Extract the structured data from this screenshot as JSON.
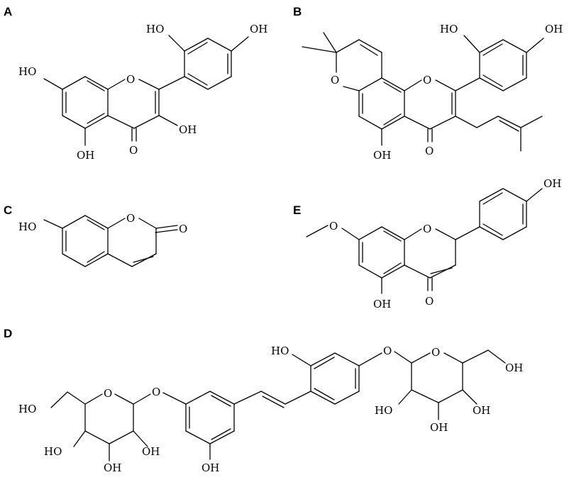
{
  "panels": {
    "a": "A",
    "b": "B",
    "c": "C",
    "d": "D",
    "e": "E"
  },
  "atoms": {
    "oh": "OH",
    "ho": "HO",
    "o": "O"
  }
}
